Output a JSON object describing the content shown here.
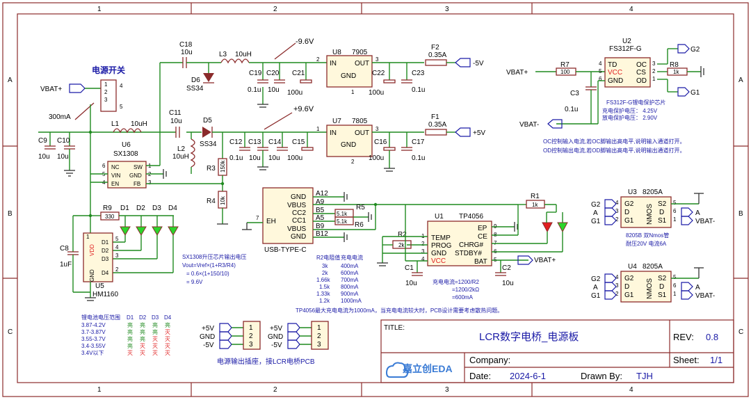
{
  "frame": {
    "columns": [
      "1",
      "2",
      "3",
      "4"
    ],
    "rows": [
      "A",
      "B",
      "C"
    ]
  },
  "power_switch": {
    "title": "电源开关",
    "vbat_plus": "VBAT+",
    "pins": [
      "1",
      "2",
      "3",
      "4",
      "5"
    ],
    "fuse_label": "300mA"
  },
  "boost": {
    "u6_ref": "U6",
    "u6_part": "SX1308",
    "u6_pins": {
      "nc": "NC",
      "vin": "VIN",
      "en": "EN",
      "sw": "SW",
      "gnd": "GND",
      "fb": "FB"
    },
    "u6_pin_nums": [
      "6",
      "5",
      "4",
      "1",
      "2",
      "3"
    ],
    "l1": "L1",
    "l1_val": "10uH",
    "c9": "C9",
    "c9_val": "10u",
    "c10": "C10",
    "c10_val": "10u",
    "c11": "C11",
    "c11_val": "10u",
    "c18": "C18",
    "c18_val": "10u",
    "l2": "L2",
    "l2_val": "10uH",
    "d5": "D5",
    "d5_part": "SS34",
    "d6": "D6",
    "d6_part": "SS34",
    "r3": "R3",
    "r3_val": "150k",
    "r4": "R4",
    "r4_val": "10k",
    "note_title": "SX1308升压芯片输出电压",
    "note_formula": "Vout=Vref×(1+R3/R4)",
    "note_calc": "= 0.6×(1+150/10)",
    "note_result": "= 9.6V"
  },
  "neg_rail": {
    "label": "-9.6V",
    "l3": "L3",
    "l3_val": "10uH",
    "c19": "C19",
    "c19_val": "0.1u",
    "c20": "C20",
    "c20_val": "10u",
    "c21": "C21",
    "c21_val": "100u",
    "u8_ref": "U8",
    "u8_part": "7905",
    "u8_in": "IN",
    "u8_out": "OUT",
    "u8_gnd": "GND",
    "u8_pins": [
      "2",
      "3",
      "1"
    ],
    "c22": "C22",
    "c22_val": "100u",
    "c23": "C23",
    "c23_val": "0.1u",
    "f2": "F2",
    "f2_val": "0.35A",
    "out": "-5V"
  },
  "pos_rail": {
    "label": "+9.6V",
    "c12": "C12",
    "c12_val": "0.1u",
    "c13": "C13",
    "c13_val": "10u",
    "c14": "C14",
    "c14_val": "10u",
    "c15": "C15",
    "c15_val": "100u",
    "u7_ref": "U7",
    "u7_part": "7805",
    "u7_in": "IN",
    "u7_out": "OUT",
    "u7_gnd": "GND",
    "u7_pins": [
      "1",
      "3",
      "2"
    ],
    "c16": "C16",
    "c16_val": "100u",
    "c17": "C17",
    "c17_val": "0.1u",
    "f1": "F1",
    "f1_val": "0.35A",
    "out": "+5V"
  },
  "protect": {
    "vbat_plus": "VBAT+",
    "r7": "R7",
    "r7_val": "100",
    "u2_ref": "U2",
    "u2_part": "FS312F-G",
    "u2_pins": {
      "td": "TD",
      "vcc": "VCC",
      "gnd": "GND",
      "oc": "OC",
      "cs": "CS",
      "od": "OD"
    },
    "u2_pin_nums": [
      "4",
      "5",
      "6",
      "3",
      "2",
      "1"
    ],
    "r8": "R8",
    "r8_val": "1k",
    "c3": "C3",
    "c3_val": "0.1u",
    "vbat_minus": "VBAT-",
    "g2": "G2",
    "g1": "G1",
    "note_title": "FS312F-G锂电保护芯片",
    "note_charge": "充电保护电压：  4.25V",
    "note_discharge": "放电保护电压：  2.90V",
    "note_oc": "OC控制输入电流,若OC脚输出高电平,说明输入通道打开。",
    "note_od": "OD控制输出电流,若OD脚输出高电平,说明输出通道打开。"
  },
  "usb": {
    "ref": "USB-TYPE-C",
    "pins": [
      {
        "name": "GND",
        "num": "A12"
      },
      {
        "name": "VBUS",
        "num": "A9"
      },
      {
        "name": "CC2",
        "num": "B5"
      },
      {
        "name": "CC1",
        "num": "A5"
      },
      {
        "name": "VBUS",
        "num": "B9"
      },
      {
        "name": "GND",
        "num": "B12"
      }
    ],
    "eh": "EH",
    "eh_num": "7",
    "r5": "R5",
    "r5_val": "5.1k",
    "r6": "R6",
    "r6_val": "5.1k"
  },
  "charger": {
    "u1_ref": "U1",
    "u1_part": "TP4056",
    "left_pins": [
      {
        "name": "TEMP",
        "num": "1"
      },
      {
        "name": "PROG",
        "num": "2"
      },
      {
        "name": "GND",
        "num": "3"
      },
      {
        "name": "VCC",
        "num": "4"
      }
    ],
    "right_pins": [
      {
        "name": "EP",
        "num": "9"
      },
      {
        "name": "CE",
        "num": "8"
      },
      {
        "name": "CHRG#",
        "num": "7"
      },
      {
        "name": "STDBY#",
        "num": "6"
      },
      {
        "name": "BAT",
        "num": "5"
      }
    ],
    "r1": "R1",
    "r1_val": "1k",
    "r2": "R2",
    "r2_val": "2k",
    "c1": "C1",
    "c1_val": "10u",
    "c2": "C2",
    "c2_val": "10u",
    "vbat_plus": "VBAT+",
    "note_formula": "充电电流=1200/R2",
    "note_calc": "=1200/2kΩ",
    "note_result": "=600mA",
    "table_headers": [
      "R2电阻值",
      "充电电流"
    ],
    "table_rows": [
      [
        "3k",
        "400mA"
      ],
      [
        "2k",
        "600mA"
      ],
      [
        "1.66k",
        "700mA"
      ],
      [
        "1.5k",
        "800mA"
      ],
      [
        "1.33k",
        "900mA"
      ],
      [
        "1.2k",
        "1000mA"
      ]
    ],
    "warn": "TP4056最大充电电流为1000mA，当充电电流较大时，PCB设计需要考虑散热问题。"
  },
  "level": {
    "r9": "R9",
    "r9_val": "330",
    "leds": [
      "D1",
      "D2",
      "D3",
      "D4"
    ],
    "c8": "C8",
    "c8_val": "1uF",
    "u5_ref": "U5",
    "u5_part": "HM1160",
    "u5_pins": {
      "vdd": "VDD",
      "gnd": "GND",
      "d1": "D1",
      "d2": "D2",
      "d3": "D3",
      "d4": "D4"
    },
    "u5_pin_nums": [
      "1",
      "5",
      "4",
      "3",
      "2"
    ],
    "table_title": "锂电池电压范围",
    "table_headers": [
      "D1",
      "D2",
      "D3",
      "D4"
    ],
    "table_rows": [
      {
        "range": "3.87-4.2V",
        "states": [
          "亮",
          "亮",
          "亮",
          "亮"
        ]
      },
      {
        "range": "3.7-3.87V",
        "states": [
          "亮",
          "亮",
          "亮",
          "灭"
        ]
      },
      {
        "range": "3.55-3.7V",
        "states": [
          "亮",
          "亮",
          "灭",
          "灭"
        ]
      },
      {
        "range": "3.4-3.55V",
        "states": [
          "亮",
          "灭",
          "灭",
          "灭"
        ]
      },
      {
        "range": "3.4V以下",
        "states": [
          "灭",
          "灭",
          "灭",
          "灭"
        ]
      }
    ]
  },
  "mosfets": {
    "u3_ref": "U3",
    "u3_part": "8205A",
    "u4_ref": "U4",
    "u4_part": "8205A",
    "body": "NMOS",
    "left_pins": [
      "G2",
      "D",
      "G1"
    ],
    "right_pins": [
      "S2",
      "D",
      "S1"
    ],
    "left_nums": [
      "4",
      "3",
      "2"
    ],
    "right_nums": [
      "5",
      "6",
      "1"
    ],
    "nets_left": [
      "G2",
      "A",
      "G1"
    ],
    "nets_right": [
      "A",
      "VBAT-"
    ],
    "note_1": "8205B 双Nmos管",
    "note_2": "耐压20V 电流6A"
  },
  "headers": {
    "nets": [
      "+5V",
      "GND",
      "-5V"
    ],
    "pins": [
      "1",
      "2",
      "3"
    ],
    "note": "电源输出插座，接LCR电桥PCB"
  },
  "title_block": {
    "title_label": "TITLE:",
    "title": "LCR数字电桥_电源板",
    "rev_label": "REV:",
    "rev": "0.8",
    "company_label": "Company:",
    "sheet_label": "Sheet:",
    "sheet": "1/1",
    "date_label": "Date:",
    "date": "2024-6-1",
    "drawn_label": "Drawn By:",
    "drawn": "TJH",
    "logo": "嘉立创EDA"
  },
  "colors": {
    "frame": "#8b2b2b",
    "wire": "#1f8a1f",
    "net_label": "#1a1aa6",
    "chip_fill": "#fff8dc",
    "led_green": "#2bd62b",
    "led_red": "#e02020",
    "on_text": "#1f8a1f",
    "off_text": "#e02020"
  }
}
